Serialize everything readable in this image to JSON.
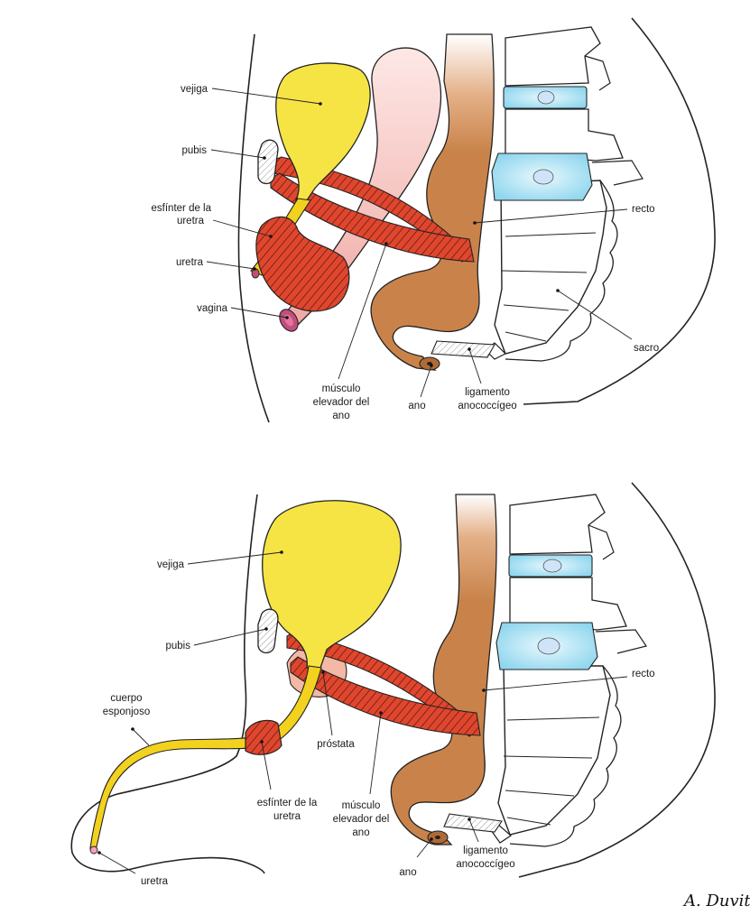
{
  "top": {
    "labels": {
      "bladder": "vejiga",
      "pubis": "pubis",
      "sphincter": "esfínter de la uretra",
      "urethra": "uretra",
      "vagina": "vagina",
      "levator": "músculo elevador del ano",
      "anus": "ano",
      "ligament": "ligamento anococcígeo",
      "rectum": "recto",
      "sacrum": "sacro"
    }
  },
  "bottom": {
    "labels": {
      "bladder": "vejiga",
      "pubis": "pubis",
      "spongy": "cuerpo esponjoso",
      "prostate": "próstata",
      "sphincter": "esfínter de la uretra",
      "levator": "músculo elevador del ano",
      "anus": "ano",
      "ligament": "ligamento anococcígeo",
      "rectum": "recto",
      "urethra": "uretra"
    }
  },
  "signature": "A. Duvit",
  "colors": {
    "bladder": "#f5e23a",
    "rectum": "#c9834a",
    "muscle": "#e0462e",
    "vagina": "#f4b9b4",
    "disc": "#bfe9f5",
    "prostate": "#f2b7a4"
  }
}
